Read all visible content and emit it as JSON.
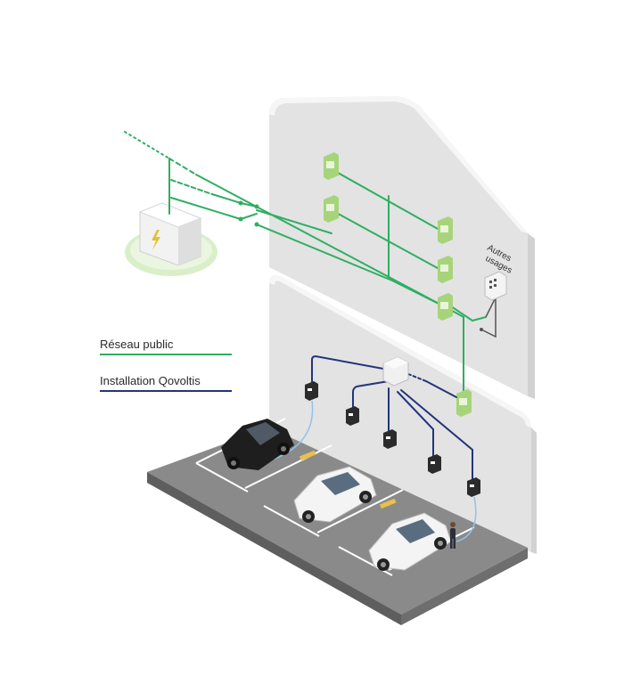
{
  "legend": {
    "public": {
      "label": "Réseau public",
      "color": "#2fae62"
    },
    "installation": {
      "label": "Installation Qovoltis",
      "color": "#22357a"
    }
  },
  "wall_label": {
    "line1": "Autres",
    "line2": "usages"
  },
  "icons": {
    "transformer": "lightning-bolt-icon",
    "meter": "meter-icon",
    "charger": "ev-charger-icon",
    "switch": "switch-icon"
  },
  "colors": {
    "public_network": "#2fae62",
    "installation": "#22357a",
    "charge_cable": "#8fc3e8",
    "meter_fill": "#b9e08a",
    "wall": "#ececec",
    "floor": "#8a8a8a"
  }
}
